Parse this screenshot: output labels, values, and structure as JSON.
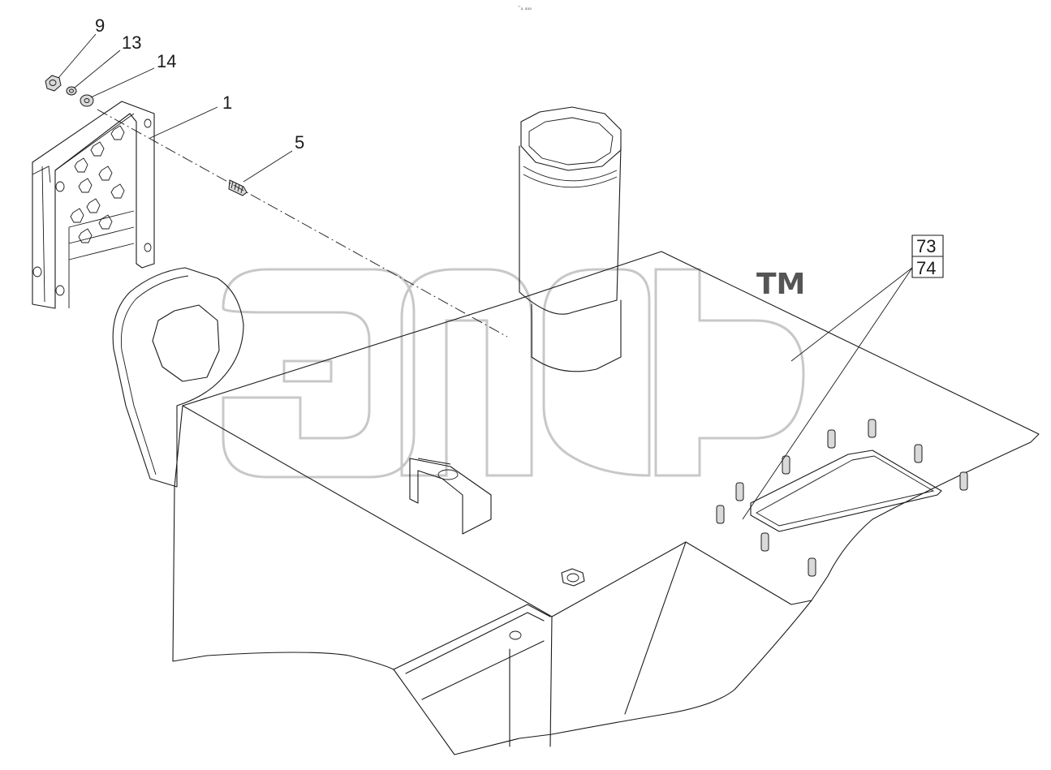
{
  "diagram": {
    "header_mark": "⁼ₐ ₐₐₐ",
    "callouts": [
      {
        "id": "c9",
        "label": "9"
      },
      {
        "id": "c13",
        "label": "13"
      },
      {
        "id": "c14",
        "label": "14"
      },
      {
        "id": "c1",
        "label": "1"
      },
      {
        "id": "c5",
        "label": "5"
      }
    ],
    "boxed_callouts": {
      "top": "73",
      "bottom": "74"
    },
    "watermark": {
      "trademark": "TM"
    }
  }
}
